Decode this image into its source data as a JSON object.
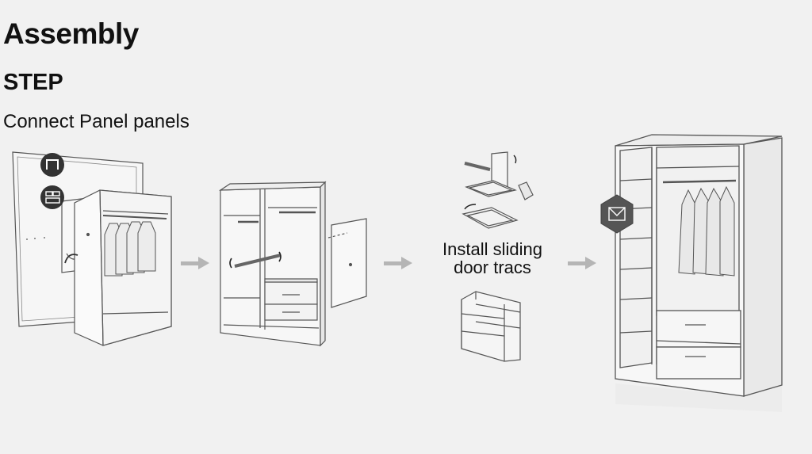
{
  "header": {
    "title": "Assembly",
    "step": "STEP",
    "subtitle": "Connect Panel panels"
  },
  "steps": [
    {
      "id": 1,
      "icons": [
        "corner-bracket-icon",
        "panel-connector-icon"
      ]
    },
    {
      "id": 2
    },
    {
      "id": 3,
      "caption_line1": "Install sliding",
      "caption_line2": "door tracs"
    },
    {
      "id": 4,
      "icons": [
        "hex-badge-icon"
      ]
    }
  ],
  "colors": {
    "background": "#f1f1f1",
    "line": "#555555",
    "panel": "#fafafa",
    "badge": "#333333",
    "arrow": "#b5b5b5"
  }
}
